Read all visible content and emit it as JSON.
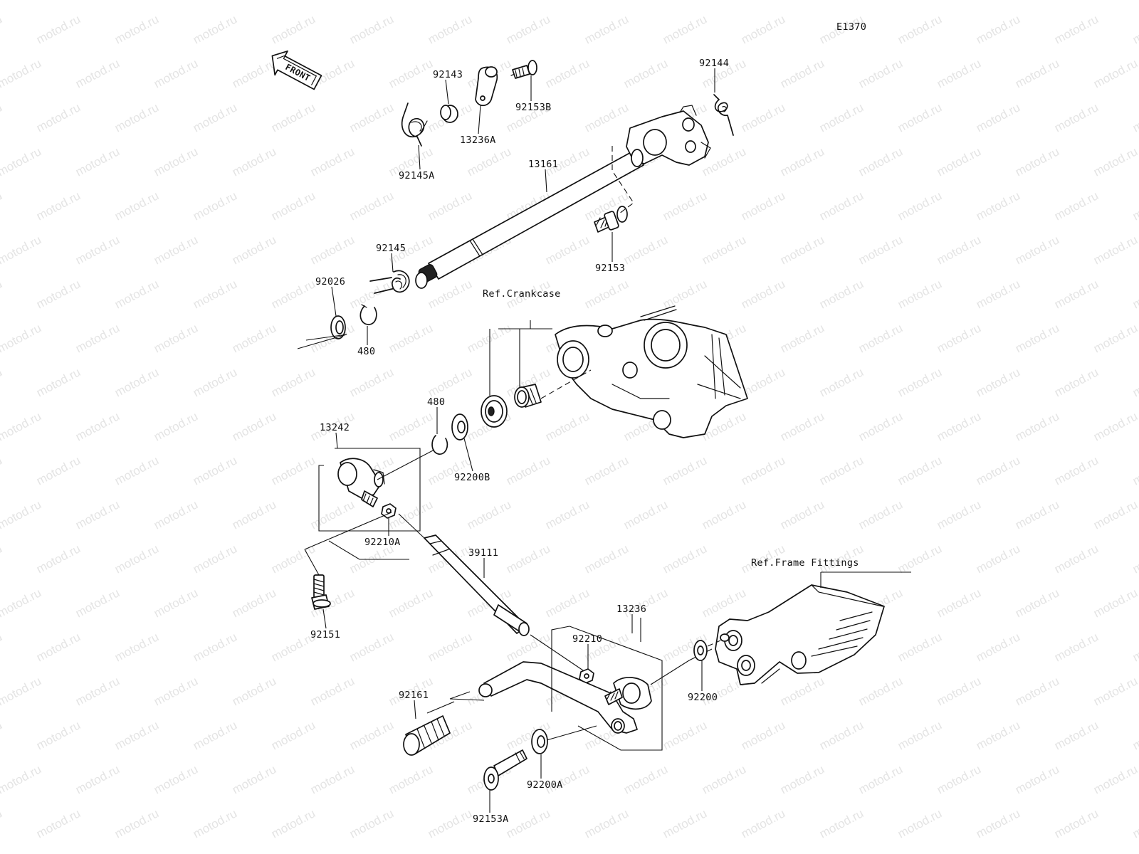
{
  "diagram_id": "E1370",
  "front_label": "FRONT",
  "watermark": "motod.ru",
  "refs": {
    "crankcase": "Ref.Crankcase",
    "frame_fittings": "Ref.Frame Fittings"
  },
  "parts": {
    "p92143": "92143",
    "p92153B": "92153B",
    "p13236A": "13236A",
    "p92145A": "92145A",
    "p92144": "92144",
    "p13161": "13161",
    "p92153": "92153",
    "p92145": "92145",
    "p92026": "92026",
    "p480a": "480",
    "p480b": "480",
    "p13242": "13242",
    "p92200B": "92200B",
    "p92210A": "92210A",
    "p39111": "39111",
    "p92151": "92151",
    "p13236": "13236",
    "p92210": "92210",
    "p92200": "92200",
    "p92161": "92161",
    "p92200A": "92200A",
    "p92153A": "92153A"
  }
}
